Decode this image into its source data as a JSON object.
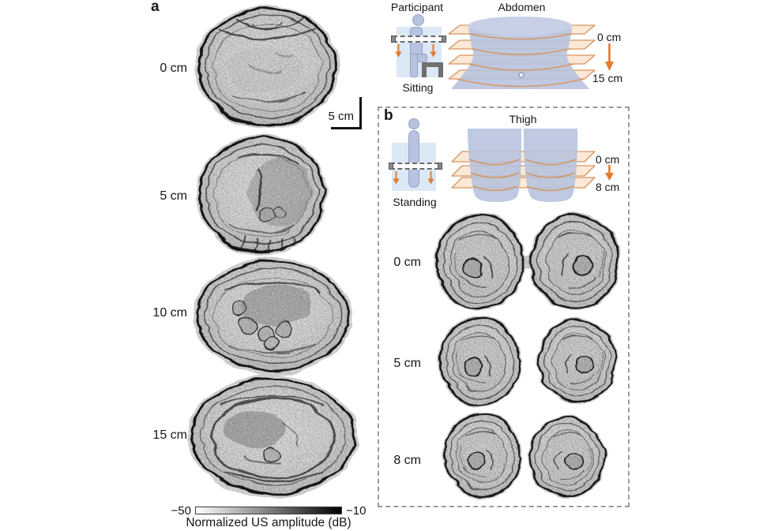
{
  "figure": {
    "panel_a": {
      "label": "a",
      "slice_labels": [
        "0 cm",
        "5 cm",
        "10 cm",
        "15 cm"
      ],
      "scale_bar_label": "5 cm",
      "colorbar": {
        "min_label": "−50",
        "max_label": "−10",
        "caption": "Normalized US amplitude (dB)"
      }
    },
    "setup_abdomen": {
      "participant_title": "Participant",
      "pose_label": "Sitting",
      "region_title": "Abdomen",
      "depth_start": "0 cm",
      "depth_end": "15 cm"
    },
    "panel_b": {
      "label": "b",
      "pose_label": "Standing",
      "region_title": "Thigh",
      "depth_start": "0 cm",
      "depth_end": "8 cm",
      "slice_labels": [
        "0 cm",
        "5 cm",
        "8 cm"
      ]
    },
    "colors": {
      "accent_orange": "#e07b30",
      "plane_stroke": "#d6945e",
      "body_blue": "#b6c2dd",
      "icon_panel_blue": "#dbe8f5",
      "text": "#141414"
    }
  }
}
